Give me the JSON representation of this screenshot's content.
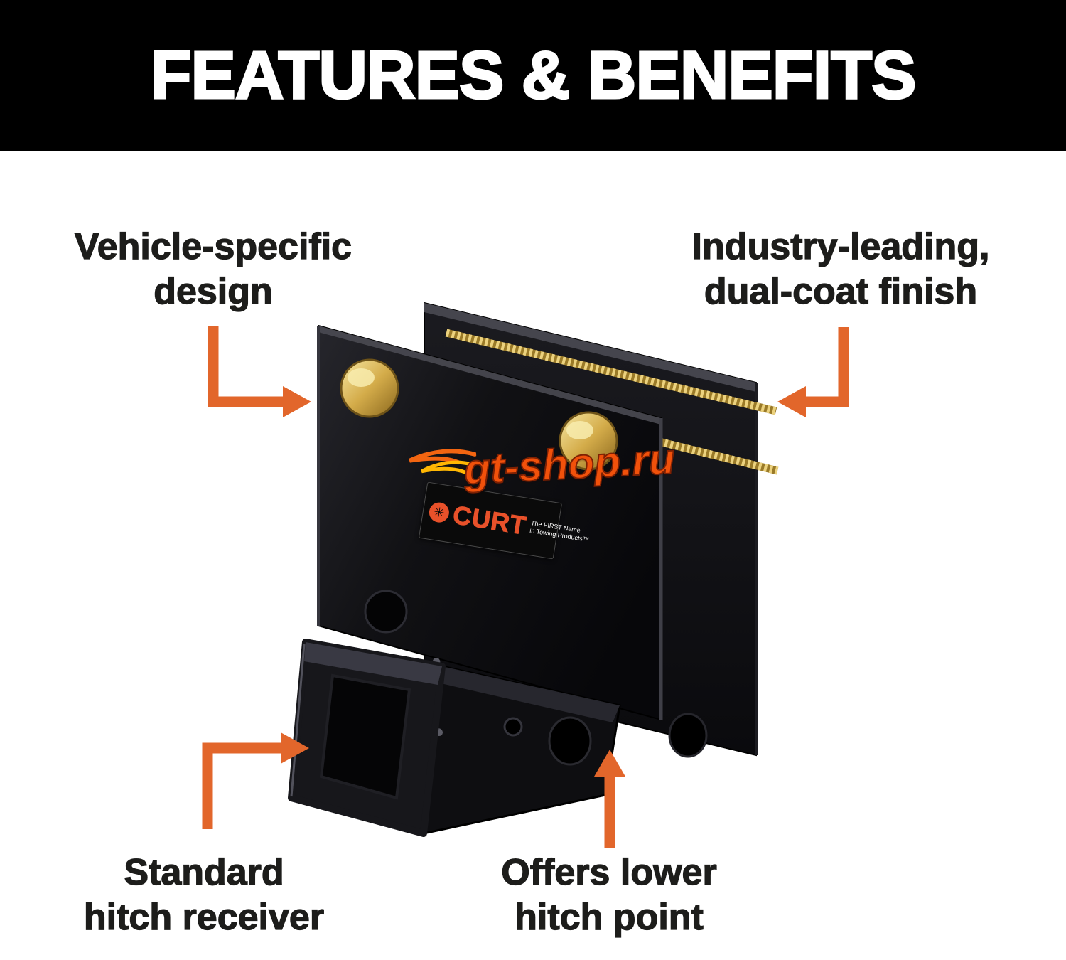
{
  "header": {
    "title": "FEATURES & BENEFITS"
  },
  "callouts": {
    "vehicle_design": {
      "line1": "Vehicle-specific",
      "line2": "design"
    },
    "dual_coat": {
      "line1": "Industry-leading,",
      "line2": "dual-coat finish"
    },
    "hitch_receiver": {
      "line1": "Standard",
      "line2": "hitch receiver"
    },
    "lower_hitch": {
      "line1": "Offers lower",
      "line2": "hitch point"
    }
  },
  "product": {
    "brand": "CURT",
    "brand_logo_glyph": "✳",
    "brand_tagline_line1": "The FIRST Name",
    "brand_tagline_line2": "in Towing Products™",
    "watermark": "gt-shop.ru"
  },
  "colors": {
    "accent_orange": "#E2662B",
    "header_bg": "#000000",
    "headline_text": "#FFFFFF",
    "label_text": "#1D1D1B",
    "watermark_orange": "#F1510B",
    "brand_red": "#E8512A",
    "product_black": "#0E0E11",
    "bolt_gold": "#D4AC4A"
  }
}
